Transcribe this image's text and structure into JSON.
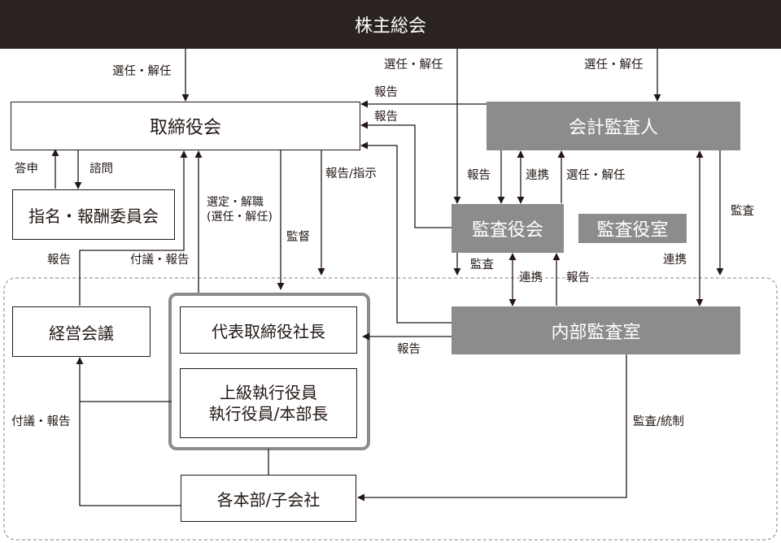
{
  "nodes": {
    "shareholders": "株主総会",
    "board": "取締役会",
    "nomination_committee": "指名・報酬委員会",
    "auditor_external": "会計監査人",
    "audit_board": "監査役会",
    "audit_office": "監査役室",
    "management_meeting": "経営会議",
    "president": "代表取締役社長",
    "executives_line1": "上級執行役員",
    "executives_line2": "執行役員/本部長",
    "internal_audit": "内部監査室",
    "divisions": "各本部/子会社"
  },
  "labels": {
    "elect_dismiss": "選任・解任",
    "report": "報告",
    "report_instruct": "報告/指示",
    "answer": "答申",
    "consult": "諮問",
    "select_dismiss_line1": "選定・解職",
    "select_dismiss_line2": "(選任・解任)",
    "supervise": "監督",
    "proposal_report": "付議・報告",
    "cooperation": "連携",
    "audit": "監査",
    "audit_control": "監査/統制"
  },
  "colors": {
    "top_bar": "#2b2320",
    "grey_box": "#8c8c8c",
    "line": "#231815",
    "dashed_border": "#9a9a9a",
    "group_border": "#8c8c8c"
  }
}
